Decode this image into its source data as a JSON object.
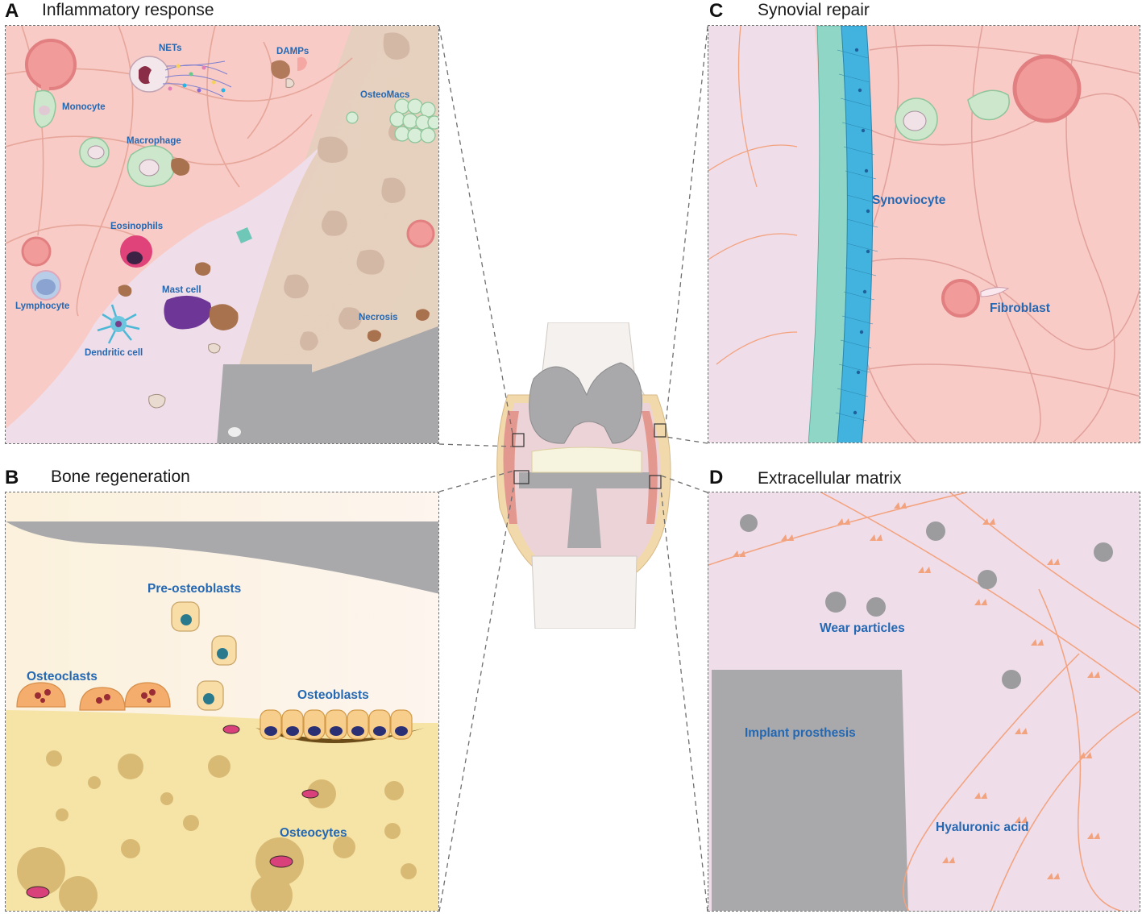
{
  "panels": {
    "a": {
      "letter": "A",
      "title": "Inflammatory response"
    },
    "b": {
      "letter": "B",
      "title": "Bone regeneration"
    },
    "c": {
      "letter": "C",
      "title": "Synovial repair"
    },
    "d": {
      "letter": "D",
      "title": "Extracellular matrix"
    }
  },
  "labels": {
    "a": {
      "nets": "NETs",
      "damps": "DAMPs",
      "monocyte": "Monocyte",
      "macrophage": "Macrophage",
      "osteomacs": "OsteoMacs",
      "eosinophils": "Eosinophils",
      "mast_cell": "Mast cell",
      "lymphocyte": "Lymphocyte",
      "dendritic_cell": "Dendritic cell",
      "necrosis": "Necrosis"
    },
    "b": {
      "pre_osteoblasts": "Pre-osteoblasts",
      "osteoclasts": "Osteoclasts",
      "osteoblasts": "Osteoblasts",
      "osteocytes": "Osteocytes"
    },
    "c": {
      "synoviocyte": "Synoviocyte",
      "fibroblast": "Fibroblast"
    },
    "d": {
      "wear_particles": "Wear particles",
      "implant_prosthesis": "Implant prosthesis",
      "hyaluronic_acid": "Hyaluronic acid"
    }
  },
  "colors": {
    "label_blue": "#2468b3",
    "tissue_pink": "#f7c9c5",
    "matrix_lilac": "#efdcea",
    "bone_tan": "#e9d7c4",
    "implant_grey": "#a9a9ab",
    "bone_yellow": "#f6e3a6",
    "fiber_orange": "#f3a27e"
  }
}
